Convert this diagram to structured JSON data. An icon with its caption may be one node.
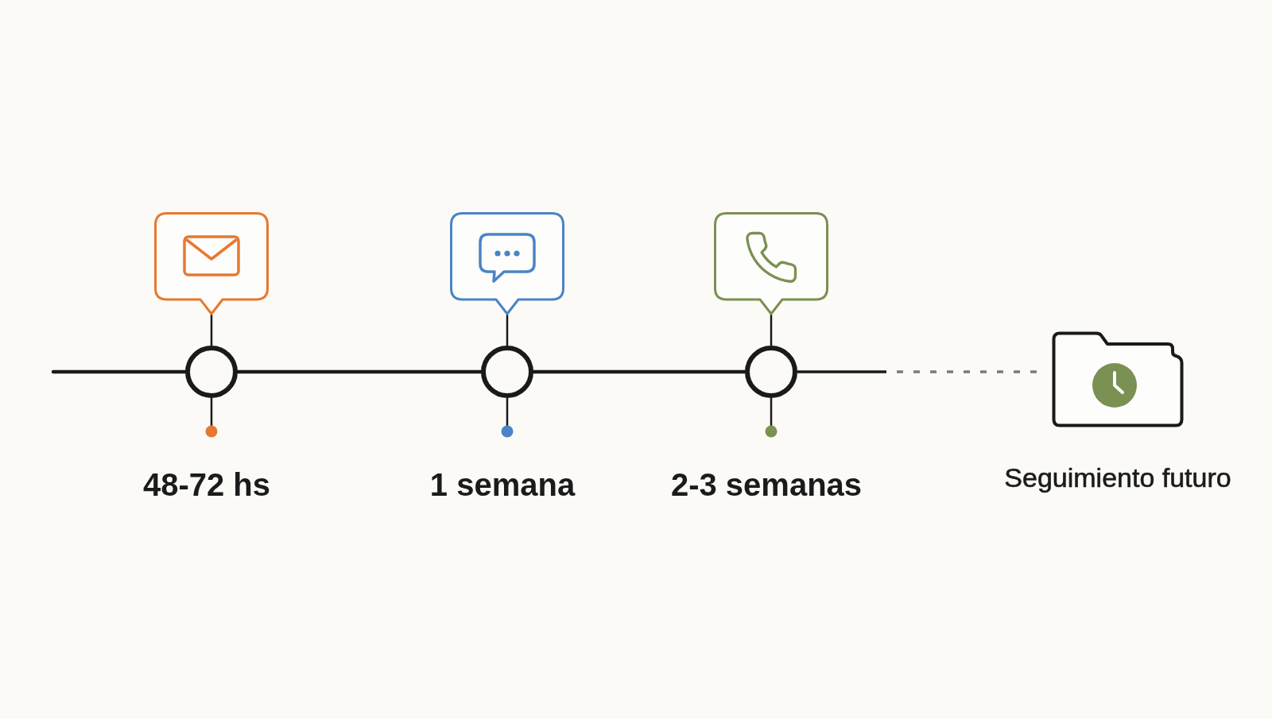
{
  "diagram": {
    "nodes": [
      {
        "text": [],
        "shape": "picture"
      },
      {
        "text": [],
        "shape": "circle",
        "beside": [
          "48-72 hs"
        ]
      },
      {
        "text": [],
        "shape": "picture"
      },
      {
        "text": [],
        "shape": "circle",
        "beside": [
          "1 semana"
        ]
      },
      {
        "text": [],
        "shape": "picture"
      },
      {
        "text": [],
        "shape": "circle",
        "beside": [
          "2-3 semanas"
        ]
      },
      {
        "text": [],
        "shape": "picture",
        "beside": [
          "Seguimiento futuro"
        ]
      }
    ],
    "edges": [
      {
        "from": null,
        "to": 1,
        "arrow": "none"
      },
      {
        "from": 0,
        "to": 1,
        "arrow": "none"
      },
      {
        "from": 1,
        "to": 3,
        "arrow": "none"
      },
      {
        "from": 2,
        "to": 3,
        "arrow": "none"
      },
      {
        "from": 3,
        "to": 5,
        "arrow": "none"
      },
      {
        "from": 4,
        "to": 5,
        "arrow": "none"
      },
      {
        "from": 5,
        "to": 6,
        "arrow": "none",
        "style": "dashed"
      }
    ]
  }
}
